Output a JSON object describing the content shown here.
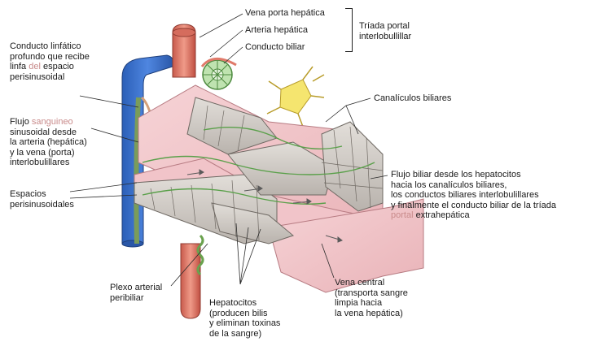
{
  "labels": {
    "vena_porta": "Vena porta hepática",
    "arteria": "Arteria hepática",
    "conducto_biliar": "Conducto biliar",
    "triada": "Tríada portal\ninterlobullillar",
    "linfatico_a": "Conducto linfático\nprofundo que recibe\nlinfa ",
    "linfatico_del": "del",
    "linfatico_b": " espacio\nperisinusoidal",
    "flujo_a": "Flujo ",
    "flujo_sanguineo": "sanguineo",
    "flujo_b": "\nsinusoidal desde\nla arteria (hepática)\ny la vena (porta)\ninterlobulillares",
    "espacios": "Espacios\nperisinusoidales",
    "canaliculos": "Canalículos biliares",
    "flujo_biliar_a": "Flujo biliar desde los hepatocitos\nhacia los canalículos biliares,\nlos conductos biliares interlobulillares\ny finalmente el conducto biliar de la tríada\n",
    "flujo_biliar_portal": "portal",
    "flujo_biliar_b": " extrahepática",
    "plexo": "Plexo arterial\nperibiliar",
    "hepatocitos": "Hepatocitos\n(producen bilis\ny eliminan toxinas\nde la sangre)",
    "vena_central": "Vena central\n(transporta sangre\nlimpia hacia\nla vena hepática)"
  },
  "colors": {
    "vein": "#3b6fcf",
    "artery": "#e07a6a",
    "bile": "#7fbf6a",
    "sinusoid": "#f2c9cc",
    "hepatocyte": "#cfcac4",
    "nerve": "#f3e27a"
  }
}
